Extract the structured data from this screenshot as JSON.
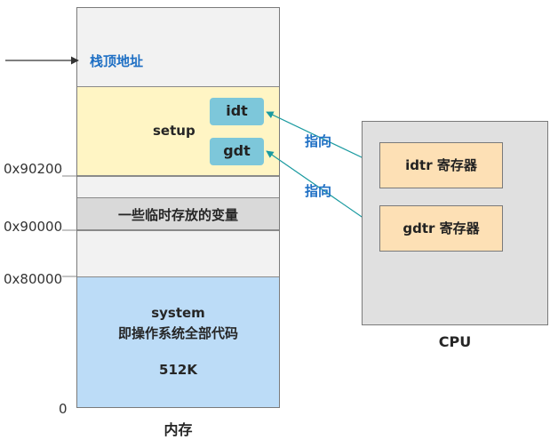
{
  "memory": {
    "stack_top_label": "栈顶地址",
    "setup_label": "setup",
    "idt_label": "idt",
    "gdt_label": "gdt",
    "temp_label": "一些临时存放的变量",
    "system_line1": "system",
    "system_line2": "即操作系统全部代码",
    "system_size": "512K",
    "caption": "内存"
  },
  "addresses": {
    "a90200": "0x90200",
    "a90000": "0x90000",
    "a80000": "0x80000",
    "a0": "0"
  },
  "arrows": {
    "idt_pointer": "指向",
    "gdt_pointer": "指向"
  },
  "cpu": {
    "idtr_label": "idtr 寄存器",
    "gdtr_label": "gdtr 寄存器",
    "caption": "CPU"
  },
  "colors": {
    "setup_fill": "#fff5c4",
    "temp_fill": "#d9d9d9",
    "system_fill": "#bcdcf7",
    "chip_fill": "#7dc7da",
    "register_fill": "#fde0b5",
    "cpu_fill": "#e0e0e0",
    "arrow_color": "#1a9aa0",
    "annotation_color": "#1e6fc4"
  }
}
